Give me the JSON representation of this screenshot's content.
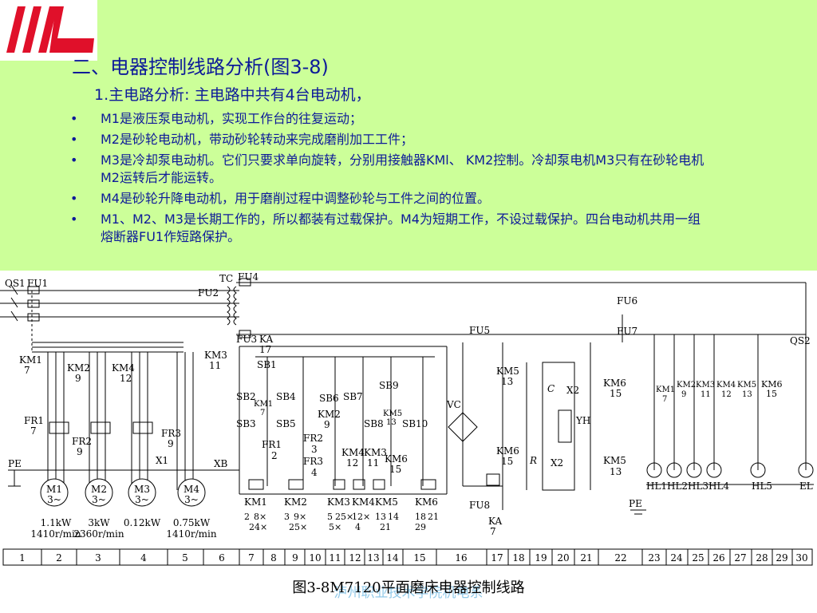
{
  "heading": "二、电器控制线路分析(图3-8)",
  "subheading": "1.主电路分析: 主电路中共有4台电动机，",
  "bullets": [
    "M1是液压泵电动机，实现工作台的往复运动；",
    "M2是砂轮电动机，带动砂轮转动来完成磨削加工工件；",
    "M3是冷却泵电动机。它们只要求单向旋转，分别用接触器KMl、 KM2控制。冷却泵电机M3只有在砂轮电机M2运转后才能运转。",
    "M4是砂轮升降电动机，用于磨削过程中调整砂轮与工件之间的位置。",
    "M1、M2、M3是长期工作的，所以都装有过载保护。M4为短期工作，不设过载保护。四台电动机共用一组熔断器FU1作短路保护。"
  ],
  "colors": {
    "background": "#ccff99",
    "text": "#0d1a99",
    "logo_red": "#e0102a",
    "watermark": "#3ba0d8"
  },
  "icons": {
    "logo": "school-logo-icon"
  },
  "diagram": {
    "caption": "图3-8M7120平面磨床电器控制线路",
    "watermark": "泸州职业技术学院机电系",
    "switch_labels": {
      "qs1": "QS1",
      "fu1": "FU1",
      "qs2": "QS2"
    },
    "power_labels": {
      "tc": "TC",
      "fu2": "FU2",
      "fu3": "FU3",
      "fu4": "FU4",
      "fu5": "FU5",
      "fu6": "FU6",
      "fu7": "FU7",
      "fu8": "FU8",
      "ka": "KA",
      "ka_num": "17",
      "vc": "VC",
      "pe": "PE",
      "pe2": "PE",
      "xb": "XB",
      "x1": "X1"
    },
    "motors": [
      {
        "id": "M1",
        "sub": "3~",
        "power": "1.1kW",
        "speed": "1410r/min"
      },
      {
        "id": "M2",
        "sub": "3~",
        "power": "3kW",
        "speed": "2360r/min"
      },
      {
        "id": "M3",
        "sub": "3~",
        "power": "0.12kW",
        "speed": ""
      },
      {
        "id": "M4",
        "sub": "3~",
        "power": "0.75kW",
        "speed": "1410r/min"
      }
    ],
    "main_contacts": [
      {
        "name": "KM1",
        "num": "7"
      },
      {
        "name": "KM2",
        "num": "9"
      },
      {
        "name": "KM4",
        "num": "12"
      },
      {
        "name": "KM3",
        "num": "11"
      }
    ],
    "overloads": [
      {
        "name": "FR1",
        "num": "7"
      },
      {
        "name": "FR2",
        "num": "9"
      },
      {
        "name": "FR3",
        "num": "9"
      }
    ],
    "control_labels": {
      "sb1": "SB1",
      "sb2": "SB2",
      "sb3": "SB3",
      "sb4": "SB4",
      "sb5": "SB5",
      "sb6": "SB6",
      "sb7": "SB7",
      "sb8": "SB8",
      "sb9": "SB9",
      "sb10": "SB10",
      "km1c": "KM1",
      "km1n": "7",
      "km2c": "KM2",
      "km2n": "9",
      "km4c": "KM4",
      "km4n": "12",
      "km3c": "KM3",
      "km3n": "11",
      "km5c": "KM5",
      "km5n": "13",
      "km6c": "KM6",
      "km6n": "15",
      "fr1": "FR1",
      "fr1n": "2",
      "fr2": "FR2",
      "fr2n": "3",
      "fr3": "FR3",
      "fr3n": "4"
    },
    "chuck_labels": {
      "km5": "KM5",
      "km5n": "13",
      "km6": "KM6",
      "km6n": "15",
      "km6b": "KM6",
      "km6bn": "15",
      "km5b": "KM5",
      "km5bn": "13",
      "c": "C",
      "r": "R",
      "x2": "X2",
      "x2b": "X2",
      "yh": "YH",
      "ka": "KA",
      "kan": "7"
    },
    "coils": [
      "KM1",
      "KM2",
      "KM3",
      "KM4",
      "KM5",
      "KM6"
    ],
    "coil_tables": [
      {
        "r1": "2",
        "r2": "8×",
        "r3": "24×",
        "r4": ""
      },
      {
        "r1": "3",
        "r2": "9×",
        "r3": "25×",
        "r4": ""
      },
      {
        "r1": "5",
        "r2": "25×",
        "r3": "5×",
        "r4": ""
      },
      {
        "r1": "12",
        "r2": "×",
        "r3": "4",
        "r4": ""
      },
      {
        "r1": "13",
        "r2": "14",
        "r3": "21",
        "r4": ""
      },
      {
        "r1": "18",
        "r2": "21",
        "r3": "29",
        "r4": ""
      }
    ],
    "relay_labels": [
      {
        "name": "KM1",
        "num": "7"
      },
      {
        "name": "KM2",
        "num": "9"
      },
      {
        "name": "KM3",
        "num": "11"
      },
      {
        "name": "KM4",
        "num": "12"
      },
      {
        "name": "KM5",
        "num": "13"
      },
      {
        "name": "KM6",
        "num": "15"
      }
    ],
    "lamps": [
      "HL1",
      "HL2",
      "HL3",
      "HL4",
      "HL5",
      "EL"
    ],
    "zones": [
      "1",
      "2",
      "3",
      "4",
      "5",
      "6",
      "7",
      "8",
      "9",
      "10",
      "11",
      "12",
      "13",
      "14",
      "15",
      "16",
      "17",
      "18",
      "19",
      "20",
      "21",
      "22",
      "23",
      "24",
      "25",
      "26",
      "27",
      "28",
      "29",
      "30"
    ]
  }
}
